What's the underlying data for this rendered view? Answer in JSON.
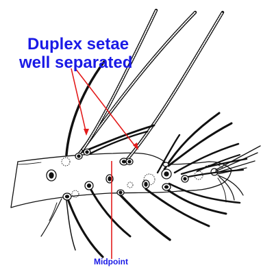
{
  "callout": {
    "line1": "Duplex setae",
    "line2": "well separated"
  },
  "midpoint_label": "Midpoint",
  "colors": {
    "label_text": "#1a1ae6",
    "annotation_line": "#e31b1b",
    "drawing": "#111111"
  }
}
